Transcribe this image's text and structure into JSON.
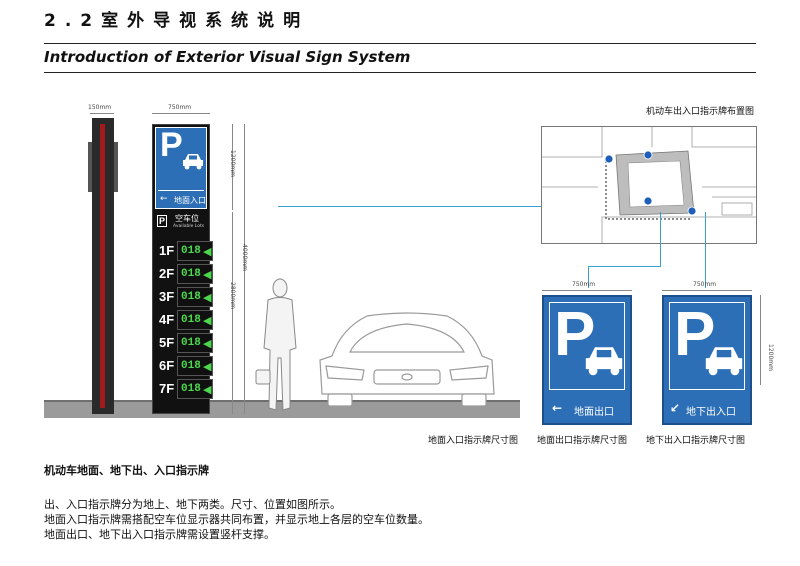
{
  "header": {
    "title_zh": "2.2室外导视系统说明",
    "title_en": "Introduction of Exterior Visual Sign System"
  },
  "tower": {
    "dim_pole_width": "150mm",
    "dim_sign_width": "750mm",
    "dim_top_height": "1200mm",
    "dim_total_height": "4000mm",
    "dim_bottom_height": "2800mm",
    "parking_letter": "P",
    "entrance_label": "地面入口",
    "entrance_arrow": "←",
    "available_title": "空车位",
    "available_sub": "Available Lots",
    "floors": [
      {
        "label": "1F",
        "count": "018"
      },
      {
        "label": "2F",
        "count": "018"
      },
      {
        "label": "3F",
        "count": "018"
      },
      {
        "label": "4F",
        "count": "018"
      },
      {
        "label": "5F",
        "count": "018"
      },
      {
        "label": "6F",
        "count": "018"
      },
      {
        "label": "7F",
        "count": "018"
      }
    ],
    "floor_arrow": "🡐"
  },
  "layout_plan": {
    "caption": "机动车出入口指示牌布置图"
  },
  "signs": {
    "exit_sign": {
      "dim_width": "750mm",
      "letter": "P",
      "arrow": "←",
      "text": "地面出口",
      "caption": "地面出口指示牌尺寸图"
    },
    "underground_sign": {
      "dim_width": "750mm",
      "dim_height": "1200mm",
      "letter": "P",
      "arrow": "↙",
      "text": "地下出入口",
      "caption": "地下出入口指示牌尺寸图"
    },
    "entrance_caption": "地面入口指示牌尺寸图"
  },
  "description": {
    "heading": "机动车地面、地下出、入口指示牌",
    "lines": [
      "出、入口指示牌分为地上、地下两类。尺寸、位置如图所示。",
      "地面入口指示牌需搭配空车位显示器共同布置，并显示地上各层的空车位数量。",
      "地面出口、地下出入口指示牌需设置竖杆支撑。"
    ]
  },
  "colors": {
    "sign_blue": "#2d6fb6",
    "display_green": "#4cd84c",
    "pole_red": "#a01c1c",
    "leader_line": "#3aa0d8"
  }
}
